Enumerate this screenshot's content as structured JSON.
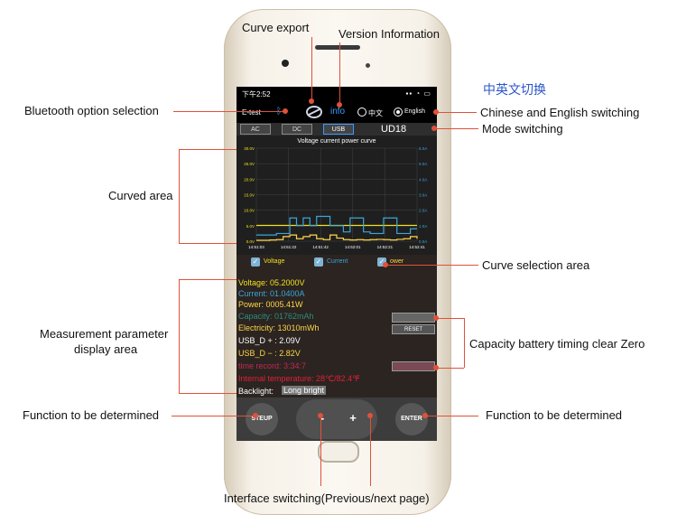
{
  "annotations": {
    "curve_export": "Curve export",
    "version_information": "Version Information",
    "chinese_title": "中英文切换",
    "bluetooth_option": "Bluetooth option selection",
    "chinese_english_switching": "Chinese and English switching",
    "mode_switching": "Mode switching",
    "curved_area": "Curved area",
    "curve_selection_area": "Curve selection area",
    "measurement_area_line1": "Measurement parameter",
    "measurement_area_line2": "display area",
    "capacity_clear": "Capacity battery timing clear Zero",
    "function_left": "Function to be determined",
    "function_right": "Function to be determined",
    "interface_switching": "Interface switching(Previous/next page)"
  },
  "status_bar": {
    "time": "下午2:52"
  },
  "toolbar": {
    "device_name": "E-test",
    "bluetooth_icon": "bluetooth-icon",
    "export_icon": "curve-export-icon",
    "info_label": "info",
    "lang_zh": "中文",
    "lang_en": "English",
    "selected_language": "English"
  },
  "modes": {
    "tabs": [
      "AC",
      "DC",
      "USB"
    ],
    "active": "USB",
    "device_model": "UD18"
  },
  "colors": {
    "voltage": "#f0e020",
    "current": "#3aa6d8",
    "power": "#ffd54a",
    "annotation_line": "#e0513a",
    "accent_blue": "#2b55c8"
  },
  "chart_data": {
    "type": "line",
    "title": "Voltage current power curve",
    "x": [
      "14:51:03",
      "14:51:22",
      "14:51:42",
      "14:52:01",
      "14:52:21",
      "14:52:41"
    ],
    "left_axis_ticks": [
      "0.0V",
      "5.0V",
      "10.0V",
      "15.0V",
      "20.0V",
      "25.0V",
      "30.0V"
    ],
    "right_axis_ticks": [
      "0.0A",
      "1.0A",
      "2.0A",
      "3.0A",
      "4.0A",
      "5.0A",
      "6.0A"
    ],
    "ylim_left": [
      0,
      30
    ],
    "ylim_right": [
      0,
      6
    ],
    "grid": true,
    "series": [
      {
        "name": "Voltage",
        "axis": "left",
        "values": [
          5.1,
          5.1,
          5.1,
          5.1,
          5.1,
          5.1,
          5.1,
          5.1,
          5.1,
          5.1,
          5.1,
          5.1,
          5.1,
          5.1,
          5.1,
          5.1,
          5.1,
          5.1,
          5.1,
          5.1,
          5.1,
          5.1,
          5.1,
          5.1,
          5.1
        ]
      },
      {
        "name": "Current",
        "axis": "right",
        "values": [
          0.4,
          0.4,
          0.4,
          0.5,
          0.5,
          1.5,
          1.0,
          1.5,
          1.0,
          1.6,
          1.6,
          1.0,
          1.0,
          0.6,
          1.5,
          1.5,
          0.6,
          0.5,
          0.5,
          1.5,
          1.5,
          0.5,
          0.5,
          0.8,
          0.8
        ]
      },
      {
        "name": "Power",
        "axis": "left",
        "values": [
          0.3,
          0.3,
          0.4,
          0.5,
          1.5,
          2.0,
          0.8,
          1.5,
          2.0,
          0.8,
          0.5,
          2.0,
          1.0,
          0.5,
          0.4,
          0.5,
          0.4,
          0.5,
          0.6,
          0.5,
          0.4,
          0.6,
          0.8,
          1.5,
          0.8
        ]
      }
    ]
  },
  "curve_selection": {
    "voltage": "Voltage",
    "current": "Current",
    "power": "ower"
  },
  "measurements": {
    "voltage": "Voltage: 05.2000V",
    "current": "Current: 01.0400A",
    "power": "Power: 0005.41W",
    "capacity": "Capacity: 01762mAh",
    "electricity": "Electricity: 13010mWh",
    "usb_dplus": "USB_D + : 2.09V",
    "usb_dminus": "USB_D − : 2.82V",
    "time_record": "time record: 3:34:7",
    "internal_temp": "Internal temperature: 28℃/82.4℉",
    "backlight_label": "Backlight:",
    "backlight_value": "Long bright"
  },
  "side_buttons": {
    "reset": "RESET"
  },
  "bottom": {
    "steup": "STEUP",
    "minus": "-",
    "plus": "+",
    "enter": "ENTER"
  }
}
